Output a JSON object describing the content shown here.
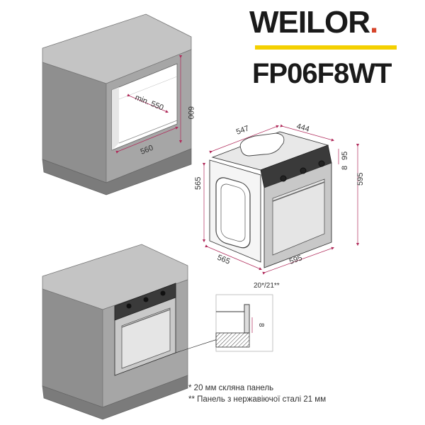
{
  "brand": {
    "name": "WEILOR",
    "dot": ".",
    "accent_color": "#f4d000",
    "dot_color": "#d6452b"
  },
  "model": "FP06F8WT",
  "niche": {
    "depth_min": "min. 550",
    "height": "600",
    "width": "560"
  },
  "oven": {
    "top_depth": "547",
    "top_width": "444",
    "panel_height": "95",
    "panel_gap": "8",
    "side_height": "565",
    "full_height": "595",
    "side_depth": "565",
    "front_width": "595",
    "panel_thickness": "20*/21**"
  },
  "detail": {
    "gap": "8"
  },
  "notes": [
    "* 20 мм скляна панель",
    "** Панель з нержавіючої сталі 21 мм"
  ],
  "colors": {
    "cabinet_side": "#8f8f8f",
    "cabinet_front": "#a6a6a6",
    "cabinet_top": "#c4c4c4",
    "dimension_line": "#b02a5a"
  }
}
